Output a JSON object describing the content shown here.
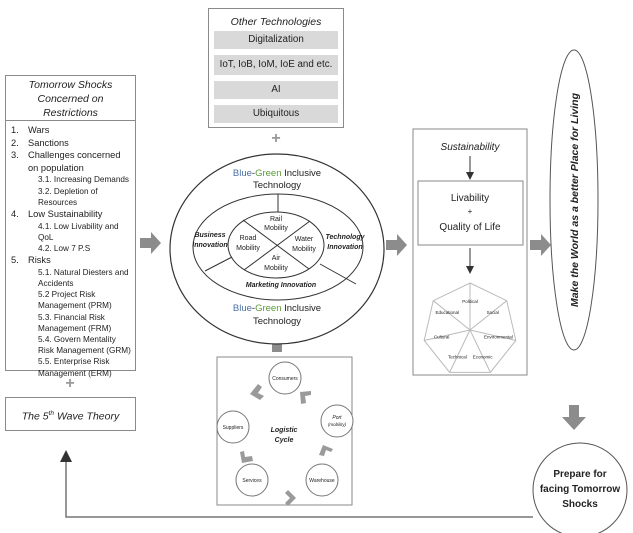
{
  "other_technologies": {
    "title": "Other Technologies",
    "items": [
      "Digitalization",
      "IoT, IoB, IoM, IoE and etc.",
      "AI",
      "Ubiquitous"
    ]
  },
  "tomorrow_shocks": {
    "title_lines": [
      "Tomorrow Shocks",
      "Concerned on",
      "Restrictions"
    ],
    "items": [
      {
        "num": "1.",
        "label": "Wars",
        "sub": []
      },
      {
        "num": "2.",
        "label": "Sanctions",
        "sub": []
      },
      {
        "num": "3.",
        "label": "Challenges concerned on population",
        "sub": [
          "3.1. Increasing Demands",
          "3.2. Depletion of Resources"
        ]
      },
      {
        "num": "4.",
        "label": "Low Sustainability",
        "sub": [
          "4.1. Low Livability and QoL",
          "4.2. Low 7 P.S"
        ]
      },
      {
        "num": "5.",
        "label": "Risks",
        "sub": [
          "5.1. Natural Diesters and Accidents",
          "5.2 Project Risk Management (PRM)",
          "5.3. Financial Risk Management (FRM)",
          "5.4. Govern Mentality Risk Management (GRM)",
          "5.5. Enterprise Risk Management (ERM)"
        ]
      }
    ]
  },
  "fifth_wave": {
    "prefix": "The 5",
    "sup": "th",
    "suffix": " Wave Theory"
  },
  "blue_green": {
    "blue": "Blue",
    "dash": "-",
    "green": "Green",
    "rest": " Inclusive",
    "line2": "Technology",
    "blue_color": "#4a6fa5",
    "green_color": "#5a9a3a"
  },
  "innovation": {
    "business": [
      "Business",
      "Innovation"
    ],
    "technology": [
      "Technology",
      "Innovation"
    ],
    "marketing": "Marketing Innovation"
  },
  "mobility": {
    "rail": [
      "Rail",
      "Mobility"
    ],
    "road": [
      "Road",
      "Mobility"
    ],
    "water": [
      "Water",
      "Mobility"
    ],
    "air": [
      "Air",
      "Mobility"
    ]
  },
  "logistic": {
    "center": [
      "Logistic",
      "Cycle"
    ],
    "nodes": {
      "consumers": "Consumers",
      "port": [
        "Port",
        "(mobility)"
      ],
      "warehouse": "Warehouse",
      "services": "Services",
      "suppliers": "Suppliers"
    }
  },
  "sustainability": {
    "title": "Sustainability",
    "livability": [
      "Livability",
      "+",
      "Quality of Life"
    ],
    "heptagon": [
      "Political",
      "Social",
      "Environmental",
      "Economic",
      "Technical",
      "Cultural",
      "Educational"
    ]
  },
  "goal": "Make the World as a better Place for Living",
  "prepare": [
    "Prepare for",
    "facing Tomorrow",
    "Shocks"
  ],
  "plus": "+",
  "colors": {
    "arrow": "#8c8c8c",
    "line": "#555555",
    "tech_row": "#d9d9d9"
  }
}
